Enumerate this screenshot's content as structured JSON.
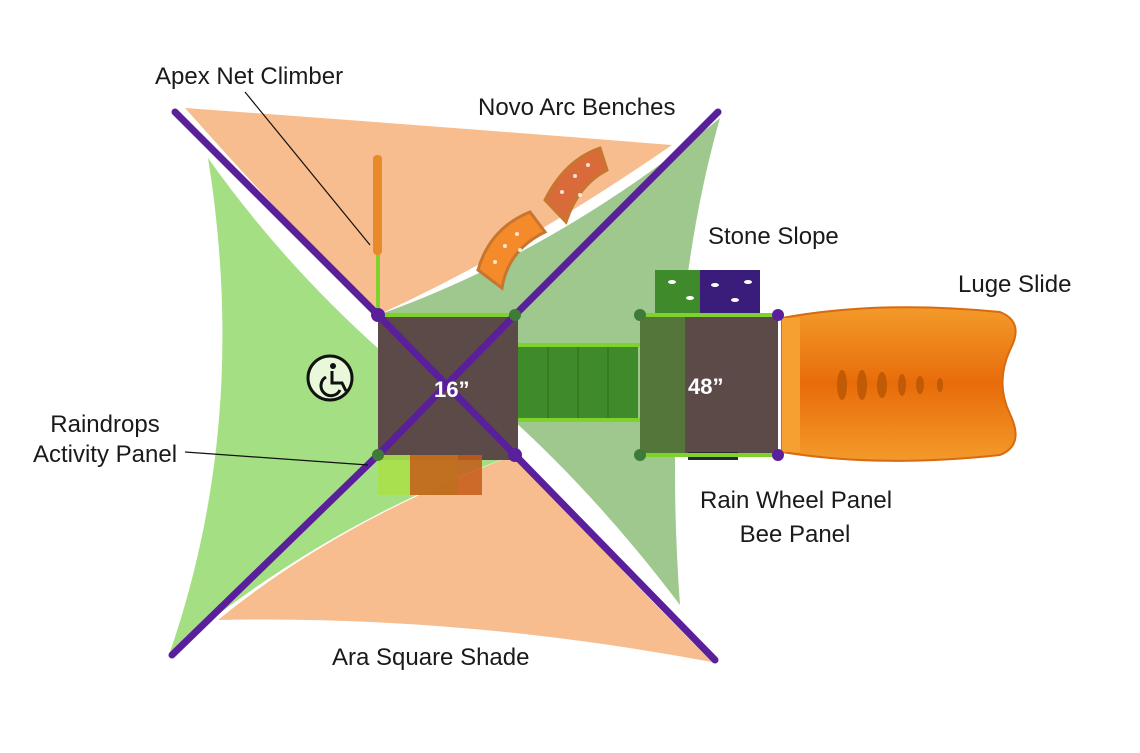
{
  "labels": {
    "apex_net_climber": "Apex Net Climber",
    "novo_arc_benches": "Novo Arc Benches",
    "stone_slope": "Stone Slope",
    "luge_slide": "Luge Slide",
    "raindrops_line1": "Raindrops",
    "raindrops_line2": "Activity Panel",
    "rain_wheel_panel": "Rain Wheel Panel",
    "bee_panel": "Bee Panel",
    "ara_square_shade": "Ara Square Shade"
  },
  "decks": {
    "deck_16": "16”",
    "deck_48": "48”"
  },
  "icons": {
    "accessibility": "wheelchair-accessible-icon"
  },
  "colors": {
    "shade_orange": "#f7b27a",
    "shade_green": "#86d45a",
    "post_purple": "#5a1f9a",
    "deck_brown": "#5b4a48",
    "bridge_green": "#3f8a2a",
    "slide_orange": "#f07a10",
    "rail_green": "#7fd22c"
  }
}
